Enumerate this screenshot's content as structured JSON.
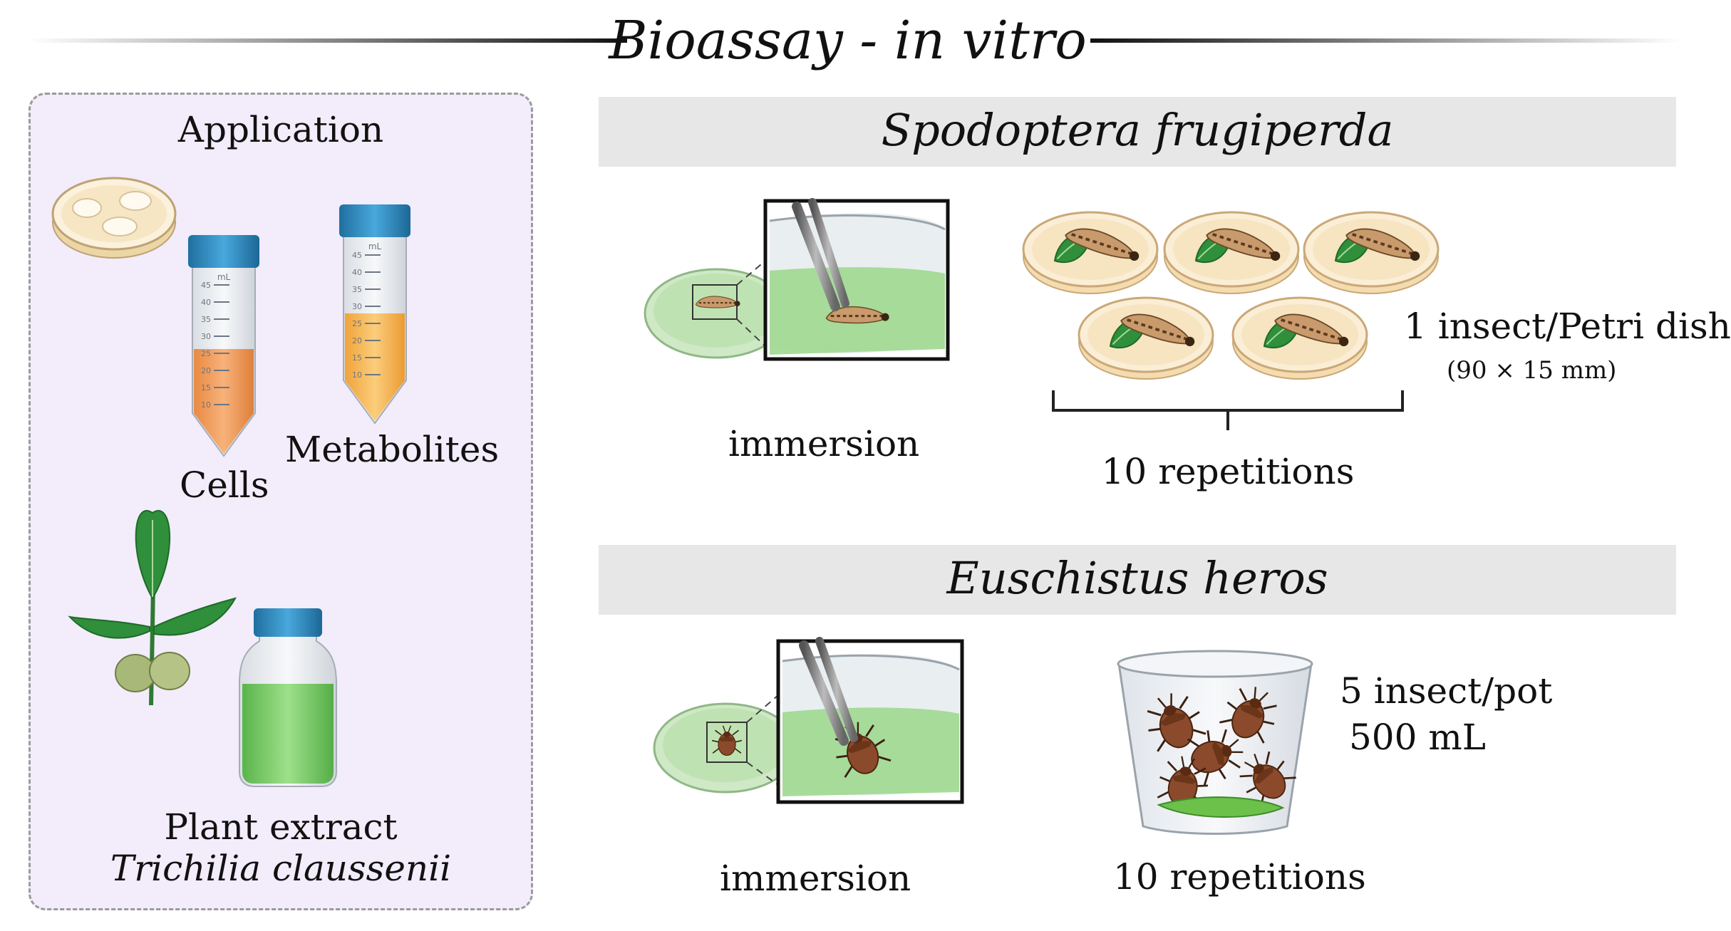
{
  "title": "Bioassay - in vitro",
  "application": {
    "heading": "Application",
    "cells_label": "Cells",
    "metabolites_label": "Metabolites",
    "plant_extract_label": "Plant extract",
    "plant_species": "Trichilia claussenii"
  },
  "spodoptera": {
    "name": "Spodoptera frugiperda",
    "immersion_label": "immersion",
    "density": "1 insect/Petri dish",
    "dish_size": "(90 × 15 mm)",
    "repetitions": "10 repetitions"
  },
  "euschistus": {
    "name": "Euschistus heros",
    "immersion_label": "immersion",
    "density": "5 insect/pot",
    "volume": "500 mL",
    "repetitions": "10 repetitions"
  },
  "tube_graduations": [
    "45",
    "40",
    "35",
    "30",
    "25",
    "20",
    "15",
    "10"
  ],
  "tube_unit": "mL",
  "colors": {
    "panel_bg": "#f2ecfb",
    "band_bg": "#e7e7e7",
    "tube_cap": "#2f8dc4",
    "cells_liquid": "#f29a55",
    "metabolites_liquid": "#f6b24a",
    "extract_green": "#6bc85a",
    "leaf": "#2f8f3a"
  }
}
